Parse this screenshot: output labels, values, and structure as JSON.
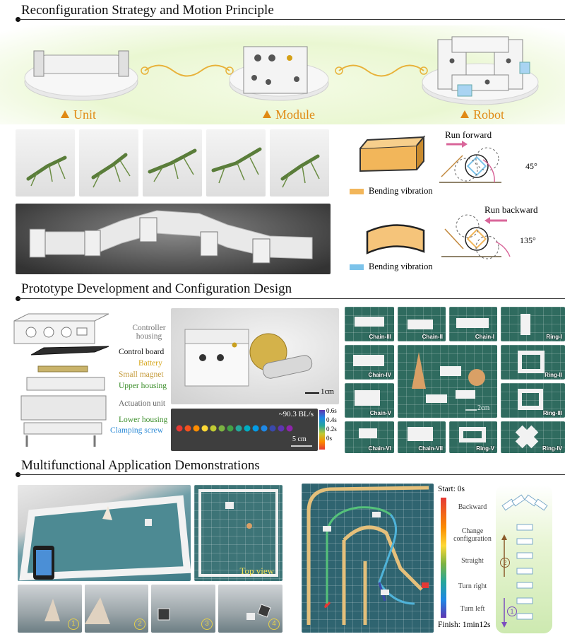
{
  "sections": {
    "s1": "Reconfiguration Strategy and Motion Principle",
    "s2": "Prototype Development and Configuration Design",
    "s3": "Multifunctional Application Demonstrations"
  },
  "stages": {
    "unit": "Unit",
    "module": "Module",
    "robot": "Robot"
  },
  "motion": {
    "bending_top": "Bending vibration",
    "bending_bottom": "Bending vibration",
    "run_forward": "Run forward",
    "run_backward": "Run backward",
    "angle_forward": "45°",
    "angle_backward": "135°",
    "colors": {
      "orange": "#f2b65a",
      "blue": "#7cc3ea",
      "pink": "#d9669a"
    }
  },
  "parts": {
    "controller_housing": "Controller housing",
    "control_board": "Control board",
    "battery": "Battery",
    "small_magnet": "Small magnet",
    "upper_housing": "Upper housing",
    "actuation_unit": "Actuation unit",
    "lower_housing": "Lower housing",
    "clamping_screw": "Clamping screw"
  },
  "prototype": {
    "scale_1cm": "1cm",
    "speed": "~90.3 BL/s",
    "scale_5cm": "5 cm",
    "colorbar_ticks": [
      "0.6s",
      "0.4s",
      "0.2s",
      "0s"
    ]
  },
  "configs": {
    "chain_iii": "Chain-III",
    "chain_ii": "Chain-II",
    "chain_i": "Chain-I",
    "ring_i": "Ring-I",
    "chain_iv": "Chain-IV",
    "ring_ii": "Ring-II",
    "chain_v": "Chain-V",
    "scale_2cm": "2cm",
    "ring_iii": "Ring-III",
    "chain_vi": "Chain-VI",
    "chain_vii": "Chain-VII",
    "ring_v": "Ring-V",
    "ring_iv": "Ring-IV"
  },
  "demo": {
    "top_view": "Top view",
    "nums": [
      "1",
      "2",
      "3",
      "4"
    ],
    "start": "Start: 0s",
    "finish": "Finish: 1min12s",
    "legend": [
      "Backward",
      "Change configuration",
      "Straight",
      "Turn right",
      "Turn left"
    ],
    "step2": "2",
    "step1": "1"
  }
}
